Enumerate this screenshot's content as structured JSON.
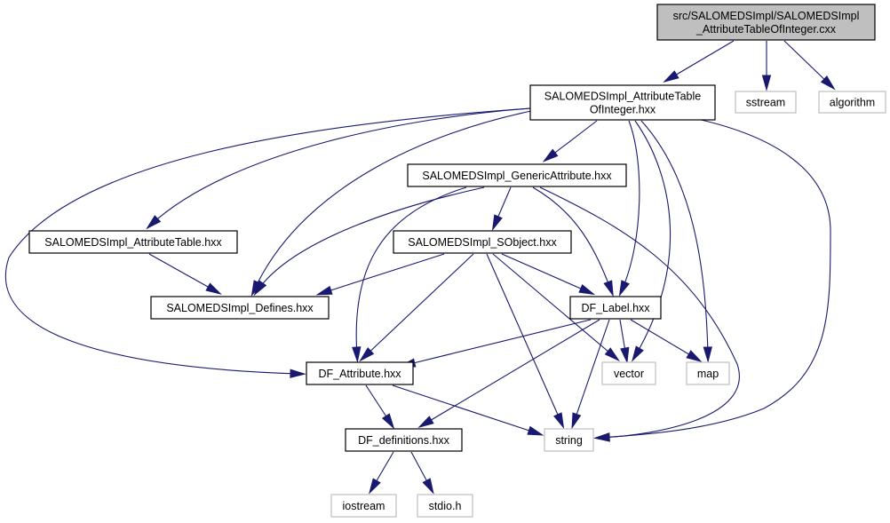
{
  "diagram": {
    "type": "include-dependency-graph",
    "edge_color": "#191970",
    "root_fill": "#bfbfbf",
    "external_border": "#bfbfbf",
    "nodes": [
      {
        "id": "root",
        "lines": [
          "src/SALOMEDSImpl/SALOMEDSImpl",
          "_AttributeTableOfInteger.cxx"
        ],
        "kind": "root"
      },
      {
        "id": "atoi",
        "lines": [
          "SALOMEDSImpl_AttributeTable",
          "OfInteger.hxx"
        ],
        "kind": "documented"
      },
      {
        "id": "sstream",
        "lines": [
          "sstream"
        ],
        "kind": "external"
      },
      {
        "id": "algorithm",
        "lines": [
          "algorithm"
        ],
        "kind": "external"
      },
      {
        "id": "generic",
        "lines": [
          "SALOMEDSImpl_GenericAttribute.hxx"
        ],
        "kind": "documented"
      },
      {
        "id": "attrtable",
        "lines": [
          "SALOMEDSImpl_AttributeTable.hxx"
        ],
        "kind": "documented"
      },
      {
        "id": "sobject",
        "lines": [
          "SALOMEDSImpl_SObject.hxx"
        ],
        "kind": "documented"
      },
      {
        "id": "defines",
        "lines": [
          "SALOMEDSImpl_Defines.hxx"
        ],
        "kind": "documented"
      },
      {
        "id": "label",
        "lines": [
          "DF_Label.hxx"
        ],
        "kind": "documented"
      },
      {
        "id": "dfattr",
        "lines": [
          "DF_Attribute.hxx"
        ],
        "kind": "documented"
      },
      {
        "id": "vector",
        "lines": [
          "vector"
        ],
        "kind": "external"
      },
      {
        "id": "map",
        "lines": [
          "map"
        ],
        "kind": "external"
      },
      {
        "id": "defs",
        "lines": [
          "DF_definitions.hxx"
        ],
        "kind": "documented"
      },
      {
        "id": "string",
        "lines": [
          "string"
        ],
        "kind": "external"
      },
      {
        "id": "iostream",
        "lines": [
          "iostream"
        ],
        "kind": "external"
      },
      {
        "id": "stdio",
        "lines": [
          "stdio.h"
        ],
        "kind": "external"
      }
    ],
    "edges": [
      {
        "from": "root",
        "to": "atoi"
      },
      {
        "from": "root",
        "to": "sstream"
      },
      {
        "from": "root",
        "to": "algorithm"
      },
      {
        "from": "atoi",
        "to": "generic"
      },
      {
        "from": "atoi",
        "to": "attrtable"
      },
      {
        "from": "atoi",
        "to": "defines"
      },
      {
        "from": "atoi",
        "to": "dfattr"
      },
      {
        "from": "atoi",
        "to": "label"
      },
      {
        "from": "atoi",
        "to": "vector"
      },
      {
        "from": "atoi",
        "to": "map"
      },
      {
        "from": "atoi",
        "to": "string"
      },
      {
        "from": "generic",
        "to": "defines"
      },
      {
        "from": "generic",
        "to": "sobject"
      },
      {
        "from": "generic",
        "to": "dfattr"
      },
      {
        "from": "generic",
        "to": "label"
      },
      {
        "from": "generic",
        "to": "string"
      },
      {
        "from": "attrtable",
        "to": "defines"
      },
      {
        "from": "sobject",
        "to": "defines"
      },
      {
        "from": "sobject",
        "to": "dfattr"
      },
      {
        "from": "sobject",
        "to": "label"
      },
      {
        "from": "sobject",
        "to": "vector"
      },
      {
        "from": "sobject",
        "to": "string"
      },
      {
        "from": "label",
        "to": "dfattr"
      },
      {
        "from": "label",
        "to": "defs"
      },
      {
        "from": "label",
        "to": "vector"
      },
      {
        "from": "label",
        "to": "map"
      },
      {
        "from": "label",
        "to": "string"
      },
      {
        "from": "dfattr",
        "to": "defs"
      },
      {
        "from": "dfattr",
        "to": "string"
      },
      {
        "from": "defs",
        "to": "iostream"
      },
      {
        "from": "defs",
        "to": "stdio"
      }
    ]
  }
}
